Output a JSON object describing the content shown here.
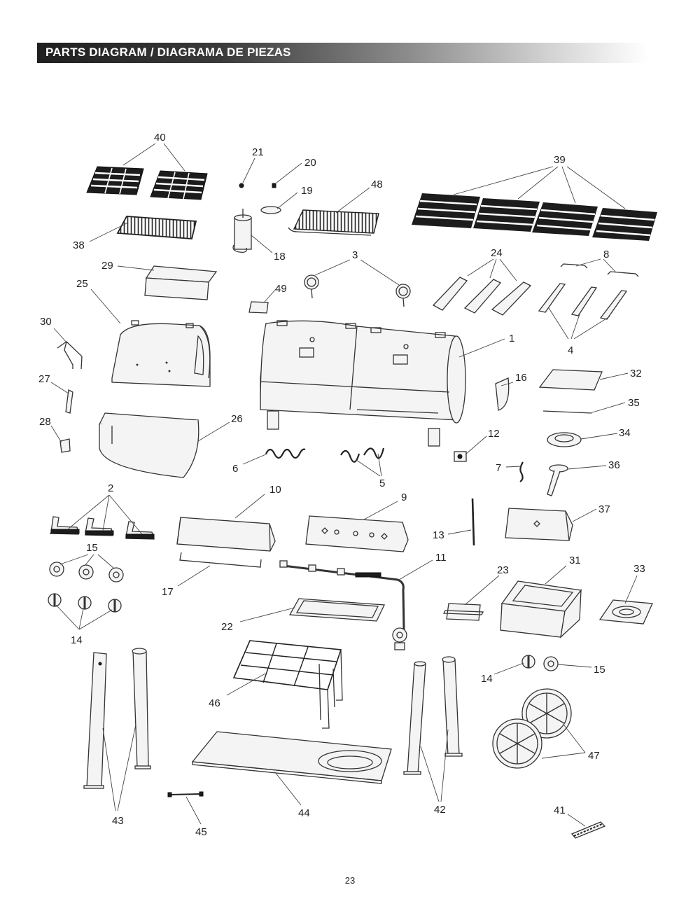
{
  "header": {
    "title": "PARTS DIAGRAM / DIAGRAMA DE PIEZAS"
  },
  "page_number": "23",
  "part_labels": [
    {
      "id": "p40",
      "text": "40"
    },
    {
      "id": "p21",
      "text": "21"
    },
    {
      "id": "p20",
      "text": "20"
    },
    {
      "id": "p19",
      "text": "19"
    },
    {
      "id": "p48",
      "text": "48"
    },
    {
      "id": "p39",
      "text": "39"
    },
    {
      "id": "p38",
      "text": "38"
    },
    {
      "id": "p18",
      "text": "18"
    },
    {
      "id": "p3",
      "text": "3"
    },
    {
      "id": "p24",
      "text": "24"
    },
    {
      "id": "p8",
      "text": "8"
    },
    {
      "id": "p29",
      "text": "29"
    },
    {
      "id": "p25",
      "text": "25"
    },
    {
      "id": "p49",
      "text": "49"
    },
    {
      "id": "p30",
      "text": "30"
    },
    {
      "id": "p1",
      "text": "1"
    },
    {
      "id": "p4",
      "text": "4"
    },
    {
      "id": "p27",
      "text": "27"
    },
    {
      "id": "p16",
      "text": "16"
    },
    {
      "id": "p32",
      "text": "32"
    },
    {
      "id": "p35",
      "text": "35"
    },
    {
      "id": "p28",
      "text": "28"
    },
    {
      "id": "p26",
      "text": "26"
    },
    {
      "id": "p12",
      "text": "12"
    },
    {
      "id": "p34",
      "text": "34"
    },
    {
      "id": "p6",
      "text": "6"
    },
    {
      "id": "p5",
      "text": "5"
    },
    {
      "id": "p7",
      "text": "7"
    },
    {
      "id": "p36",
      "text": "36"
    },
    {
      "id": "p2",
      "text": "2"
    },
    {
      "id": "p10",
      "text": "10"
    },
    {
      "id": "p9",
      "text": "9"
    },
    {
      "id": "p37",
      "text": "37"
    },
    {
      "id": "p13",
      "text": "13"
    },
    {
      "id": "p15a",
      "text": "15"
    },
    {
      "id": "p11",
      "text": "11"
    },
    {
      "id": "p31",
      "text": "31"
    },
    {
      "id": "p23",
      "text": "23"
    },
    {
      "id": "p33",
      "text": "33"
    },
    {
      "id": "p17",
      "text": "17"
    },
    {
      "id": "p14a",
      "text": "14"
    },
    {
      "id": "p22",
      "text": "22"
    },
    {
      "id": "p14b",
      "text": "14"
    },
    {
      "id": "p15b",
      "text": "15"
    },
    {
      "id": "p46",
      "text": "46"
    },
    {
      "id": "p47",
      "text": "47"
    },
    {
      "id": "p43",
      "text": "43"
    },
    {
      "id": "p44",
      "text": "44"
    },
    {
      "id": "p42",
      "text": "42"
    },
    {
      "id": "p41",
      "text": "41"
    },
    {
      "id": "p45",
      "text": "45"
    }
  ]
}
